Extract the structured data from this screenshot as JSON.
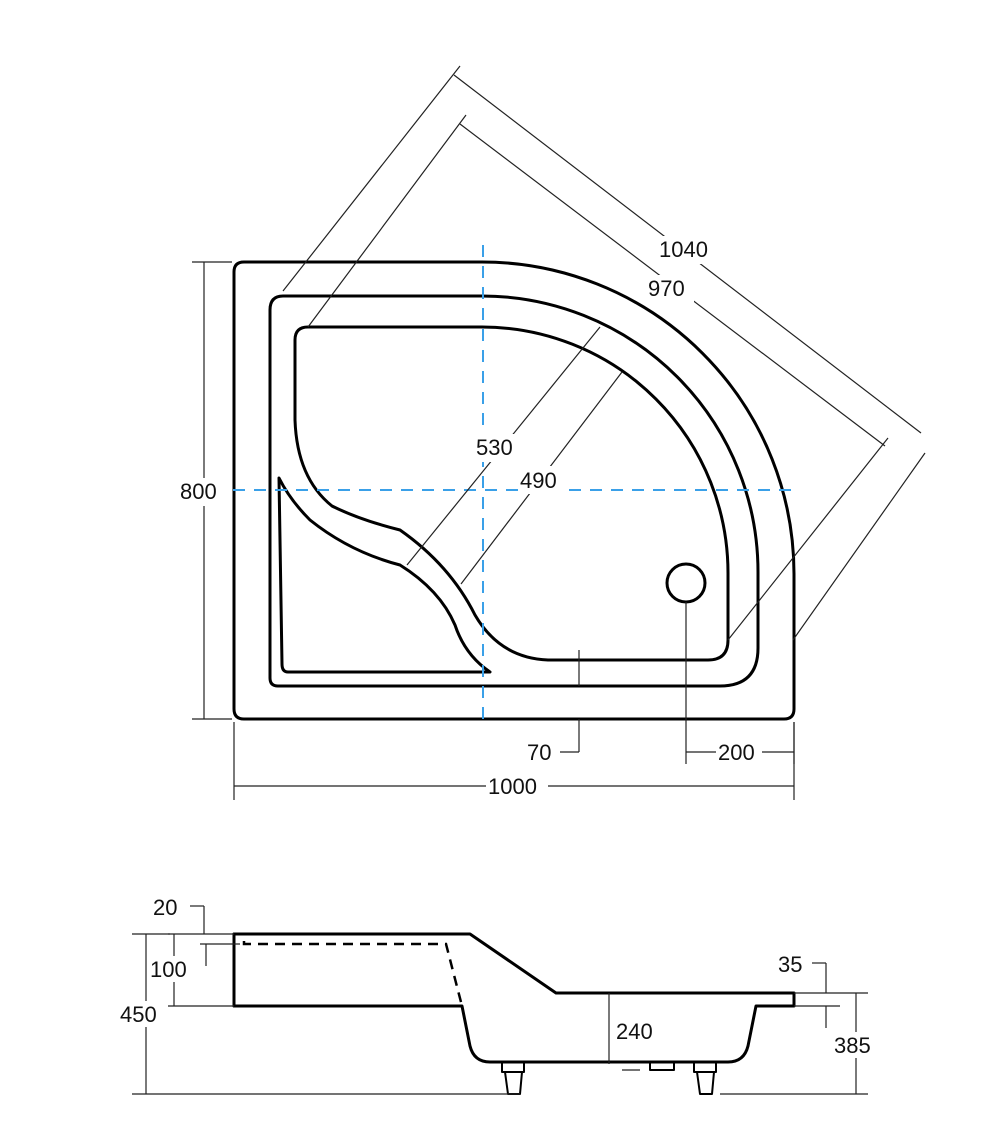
{
  "plan_view": {
    "dimensions": {
      "diagonal_outer": "1040",
      "diagonal_inner": "970",
      "depth_530": "530",
      "depth_490": "490",
      "height": "800",
      "offset_70": "70",
      "drain_offset": "200",
      "width": "1000"
    },
    "colors": {
      "centerline": "#3aa0e8",
      "outline": "#000000"
    }
  },
  "side_view": {
    "dimensions": {
      "rim_20": "20",
      "seat_100": "100",
      "total_height": "450",
      "rim_35": "35",
      "basin_240": "240",
      "floor_385": "385"
    }
  }
}
